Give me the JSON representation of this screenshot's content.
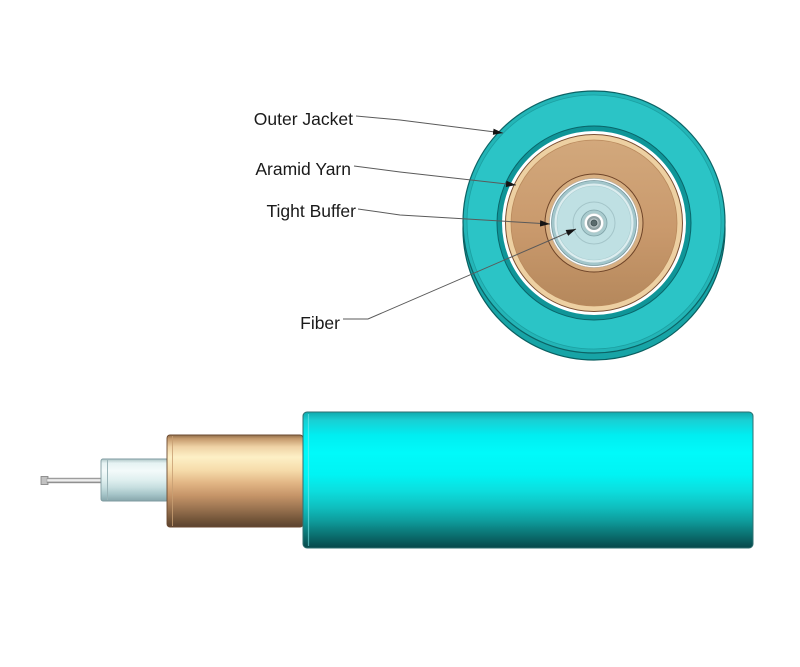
{
  "labels": {
    "outer_jacket": "Outer Jacket",
    "aramid_yarn": "Aramid Yarn",
    "tight_buffer": "Tight Buffer",
    "fiber": "Fiber"
  },
  "parts": [
    "Outer Jacket",
    "Aramid Yarn",
    "Tight Buffer",
    "Fiber"
  ],
  "colors": {
    "background": "#FFFFFF",
    "label_text": "#1A1A1A",
    "leader_line": "#5A5A5A",
    "arrowhead": "#141414",
    "jacket_teal": "#2BC4C6",
    "jacket_teal_bright": "#00F2F4",
    "jacket_teal_dark": "#07474A",
    "jacket_rim": "#17A4A6",
    "aramid_tan": "#C9996C",
    "aramid_highlight": "#FDF0C6",
    "aramid_dark": "#5B4230",
    "buffer_blue": "#BFE0E3",
    "buffer_light": "#F3FAFA",
    "buffer_rim": "#A3C6CB",
    "fiber_gray": "#8E9FA1",
    "fiber_core": "#5A6B6D"
  }
}
